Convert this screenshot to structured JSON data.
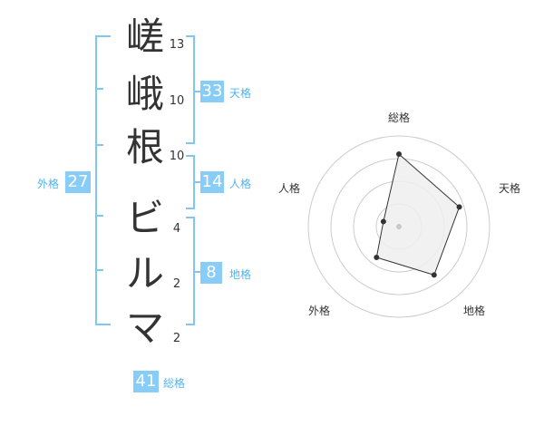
{
  "name": {
    "characters": [
      {
        "char": "嵯",
        "strokes": "13"
      },
      {
        "char": "峨",
        "strokes": "10"
      },
      {
        "char": "根",
        "strokes": "10"
      },
      {
        "char": "ビ",
        "strokes": "4"
      },
      {
        "char": "ル",
        "strokes": "2"
      },
      {
        "char": "マ",
        "strokes": "2"
      }
    ]
  },
  "fortune": {
    "tenkaku": {
      "value": "33",
      "label": "天格"
    },
    "jinkaku": {
      "value": "14",
      "label": "人格"
    },
    "chikaku": {
      "value": "8",
      "label": "地格"
    },
    "gaikaku": {
      "value": "27",
      "label": "外格"
    },
    "soukaku": {
      "value": "41",
      "label": "総格"
    }
  },
  "colors": {
    "accent": "#87cdf7",
    "accent_text": "#52b3ee",
    "bracket": "#7fc6f0",
    "text": "#333333"
  },
  "chart_data": {
    "type": "radar",
    "axes": [
      "総格",
      "天格",
      "地格",
      "外格",
      "人格"
    ],
    "values": [
      4,
      3.5,
      3.3,
      2.1,
      0.9
    ],
    "range": [
      0,
      5
    ],
    "rings": 4,
    "grid": true
  }
}
